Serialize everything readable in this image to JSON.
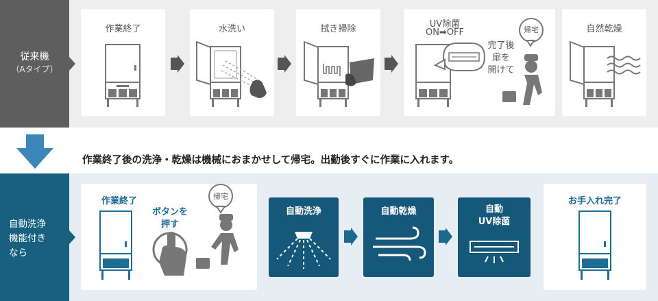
{
  "colors": {
    "side_top": "#5e5e5e",
    "side_bottom": "#17607f",
    "blue_card": "#15587a",
    "accent_text": "#1d6c93",
    "arrow_dark": "#555555",
    "arrow_blue": "#1a6a90"
  },
  "conventional": {
    "side_label": "従来機",
    "side_sublabel": "（Aタイプ）",
    "steps": [
      {
        "label": "作業終了",
        "icon": "fridge-closed-icon"
      },
      {
        "label": "水洗い",
        "icon": "hand-spray-icon"
      },
      {
        "label": "拭き掃除",
        "icon": "hand-wipe-icon"
      },
      {
        "label_line1": "UV除菌",
        "label_line2": "ON➡OFF",
        "note_line1": "完了後",
        "note_line2": "扉を",
        "note_line3": "開けて",
        "bubble": "帰宅",
        "icon": "uv-lamp-icon"
      },
      {
        "label": "自然乾燥",
        "icon": "drying-waves-icon"
      }
    ]
  },
  "middle": {
    "caption": "作業終了後の洗浄・乾燥は機械におまかせして帰宅。出勤後すぐに作業に入れます。"
  },
  "new": {
    "side_label_line1": "自動洗浄",
    "side_label_line2": "機能付き",
    "side_label_line3": "なら",
    "first_card": {
      "label": "作業終了",
      "button_line1": "ボタンを",
      "button_line2": "押す",
      "bubble": "帰宅"
    },
    "steps": [
      {
        "line1": "自動洗浄",
        "icon": "spray-nozzle-icon"
      },
      {
        "line1": "自動乾燥",
        "icon": "wind-icon"
      },
      {
        "line1": "自動",
        "line2": "UV除菌",
        "icon": "uv-lamp-icon"
      }
    ],
    "final": {
      "label": "お手入れ完了",
      "icon": "fridge-closed-icon"
    }
  }
}
